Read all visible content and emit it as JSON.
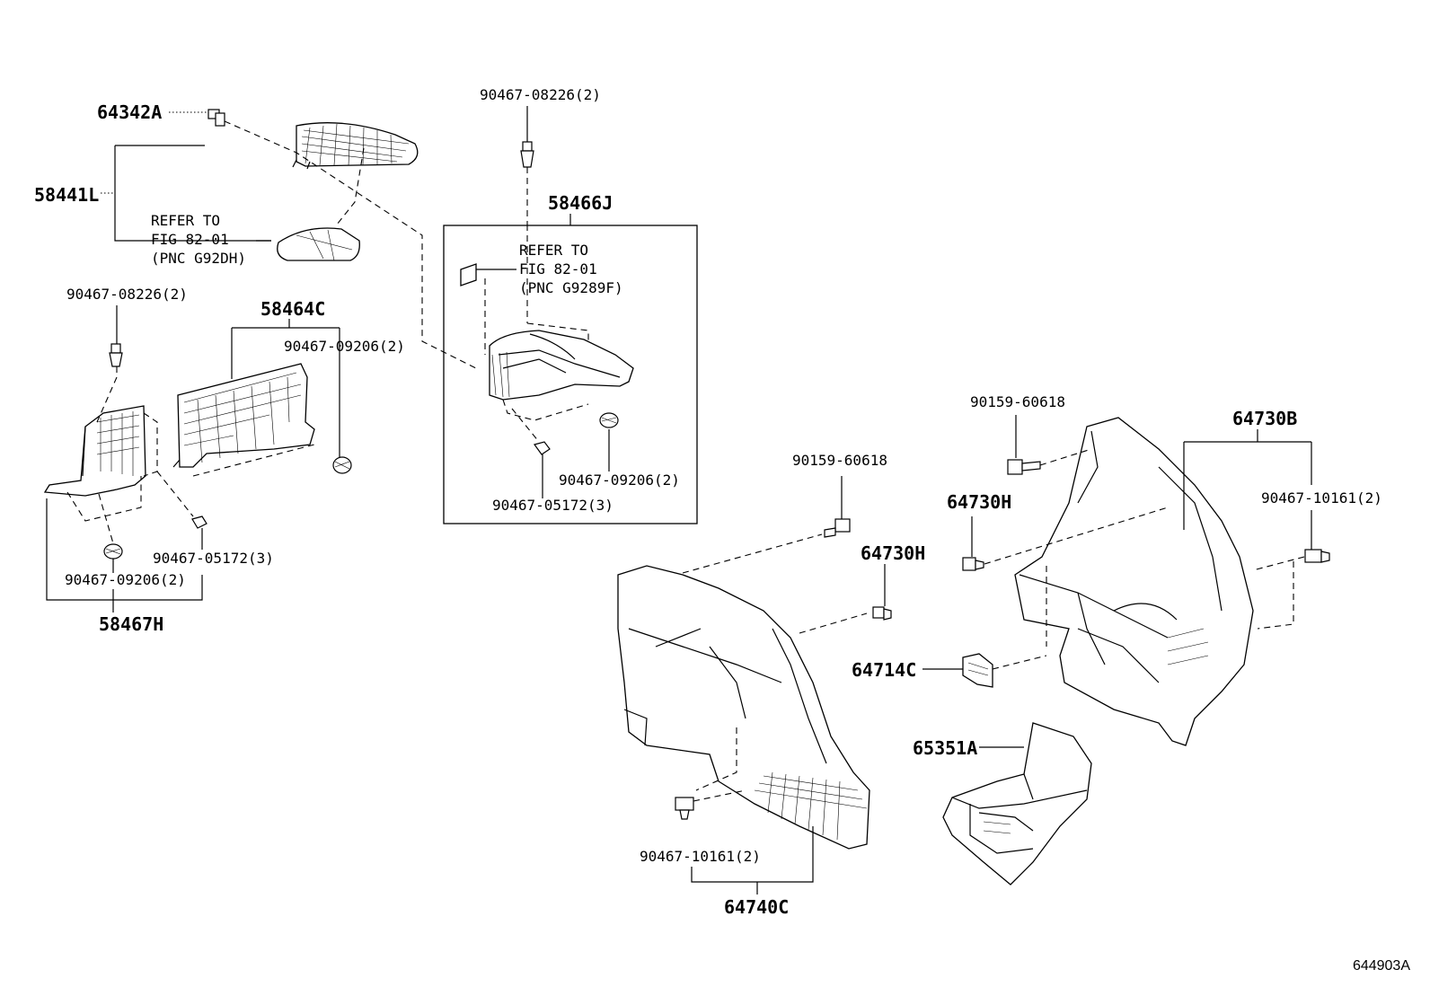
{
  "figure_code": "644903A",
  "labels": {
    "p64342A": "64342A",
    "p58441L": "58441L",
    "p90467_08226_top": "90467-08226(2)",
    "p58466J": "58466J",
    "p90467_08226_left": "90467-08226(2)",
    "p58464C": "58464C",
    "p90467_09206_mid": "90467-09206(2)",
    "p90467_09206_box": "90467-09206(2)",
    "p90467_05172_box": "90467-05172(3)",
    "p90467_05172_left": "90467-05172(3)",
    "p90467_09206_left": "90467-09206(2)",
    "p58467H": "58467H",
    "p90159_60618_mid": "90159-60618",
    "p90159_60618_right": "90159-60618",
    "p64730B": "64730B",
    "p64730H_left": "64730H",
    "p64730H_right": "64730H",
    "p90467_10161_right": "90467-10161(2)",
    "p64714C": "64714C",
    "p65351A": "65351A",
    "p90467_10161_bottom": "90467-10161(2)",
    "p64740C": "64740C"
  },
  "refer_notes": {
    "upper_left": [
      "REFER TO",
      "FIG 82-01",
      "(PNC G92DH)"
    ],
    "box": [
      "REFER TO",
      "FIG 82-01",
      "(PNC G9289F)"
    ]
  }
}
